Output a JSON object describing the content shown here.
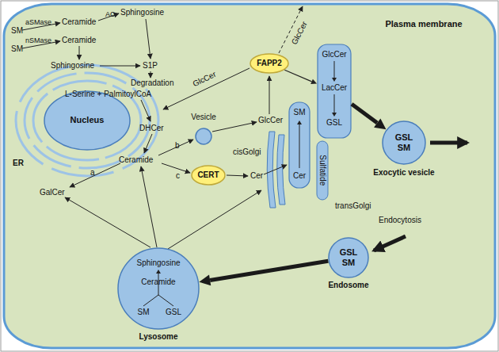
{
  "diagram": {
    "nodes": [
      {
        "text": [
          "Plasma membrane"
        ]
      },
      {
        "text": [
          "Nucleus"
        ],
        "in": 0
      },
      {
        "text": [
          "Vesicle"
        ],
        "in": 0
      },
      {
        "text": [
          "CERT"
        ],
        "in": 0
      },
      {
        "text": [
          "FAPP2"
        ],
        "in": 0
      },
      {
        "text": [
          "SM",
          "Cer"
        ],
        "in": 0
      },
      {
        "text": [
          "GlcCer",
          "LacCer",
          "GSL"
        ],
        "in": 0
      },
      {
        "text": [
          "GSL SM",
          "Exocytic vesicle"
        ],
        "in": 0
      },
      {
        "text": [
          "GSL SM",
          "Endosome"
        ],
        "in": 0
      },
      {
        "text": [
          "Sphingosine",
          "Ceramide",
          "SM",
          "GSL",
          "Lysosome"
        ],
        "in": 0
      }
    ],
    "edges": [
      {
        "from": 4,
        "to": 6,
        "arrow": "to"
      },
      {
        "from": 6,
        "to": 7,
        "arrow": "to"
      },
      {
        "from": 8,
        "to": 9,
        "arrow": "to"
      }
    ],
    "labels": [
      "SM",
      "aSMase",
      "Ceramide",
      "AC",
      "Sphingosine",
      "SM",
      "nSMase",
      "Ceramide",
      "Sphingosine",
      "S1P",
      "Degradation",
      "L-Serine + PalmitoylCoA",
      "DHCer",
      "Ceramide",
      "GalCer",
      "a",
      "b",
      "c",
      "ER",
      "GlcCer",
      "GlcCer",
      "GlcCer",
      "cisGolgi",
      "Cer",
      "Sulfatide",
      "transGolgi",
      "Endocytosis"
    ]
  }
}
